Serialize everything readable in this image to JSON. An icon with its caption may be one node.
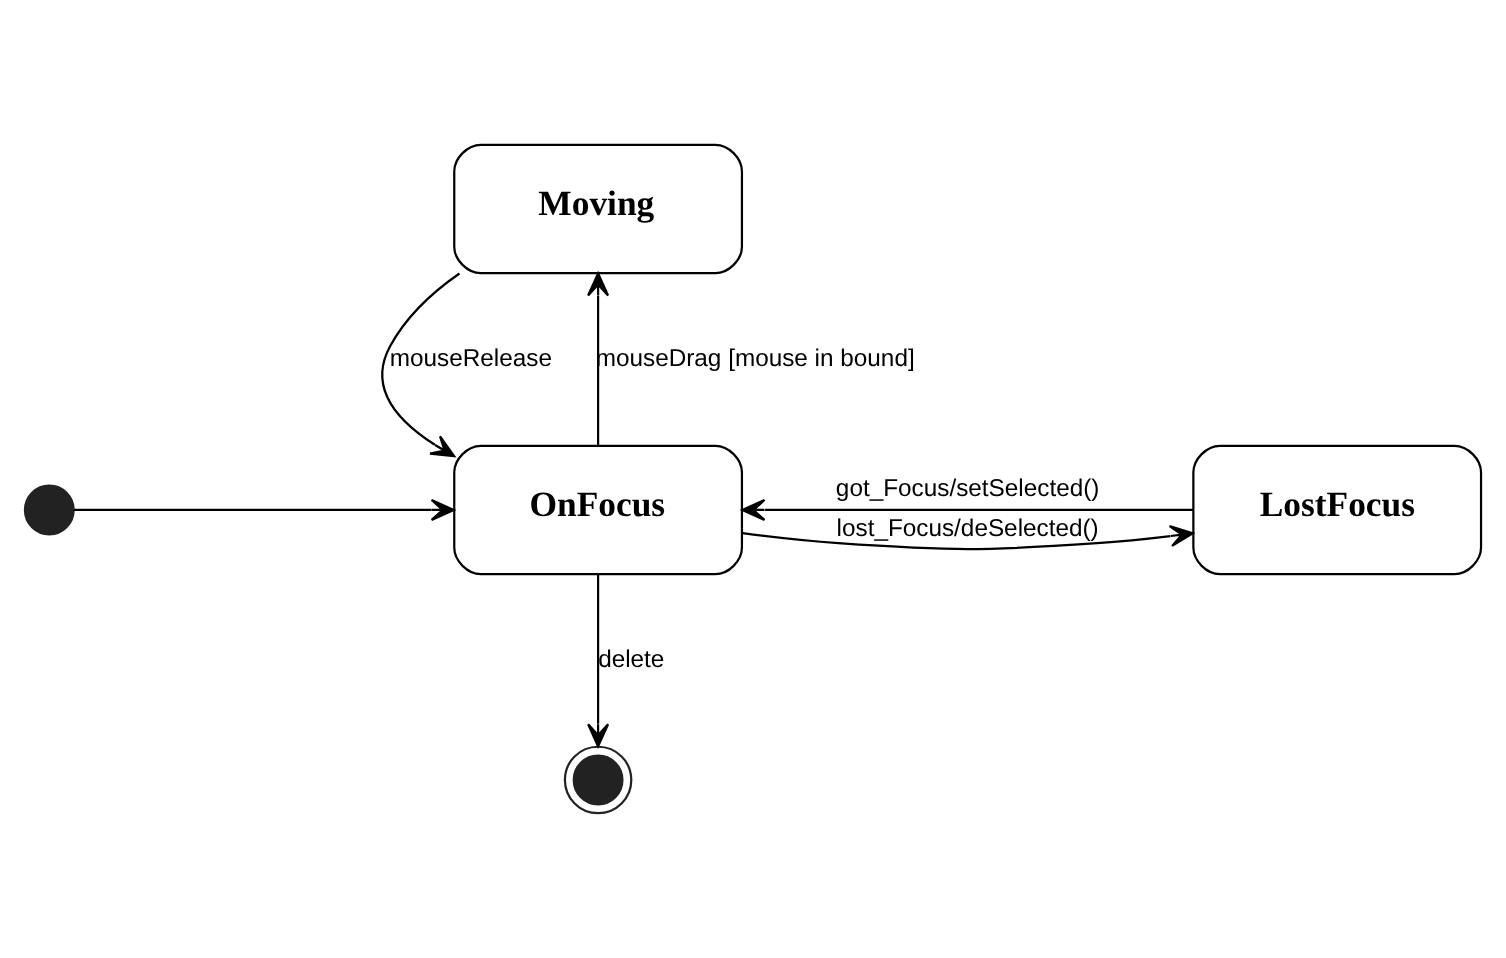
{
  "diagram": {
    "nodes": [
      {
        "text": [
          "Moving"
        ]
      },
      {
        "text": [
          "OnFocus"
        ]
      },
      {
        "text": [
          "LostFocus"
        ]
      },
      {
        "text": [],
        "shape": "circle"
      },
      {
        "text": [],
        "shape": "target"
      }
    ],
    "edges": [
      {
        "from": 1,
        "to": 0,
        "arrow": "to",
        "label": "mouseDrag [mouse in bound]"
      },
      {
        "from": 0,
        "to": 1,
        "arrow": "to",
        "label": "mouseRelease"
      },
      {
        "from": 1,
        "to": 2,
        "arrow": "to",
        "label": "lost_Focus/deSelected()"
      },
      {
        "from": 2,
        "to": 1,
        "arrow": "to",
        "label": "got_Focus/setSelected()"
      },
      {
        "from": 3,
        "to": 1,
        "arrow": "to"
      },
      {
        "from": 1,
        "to": 4,
        "arrow": "to",
        "label": "delete"
      }
    ]
  }
}
